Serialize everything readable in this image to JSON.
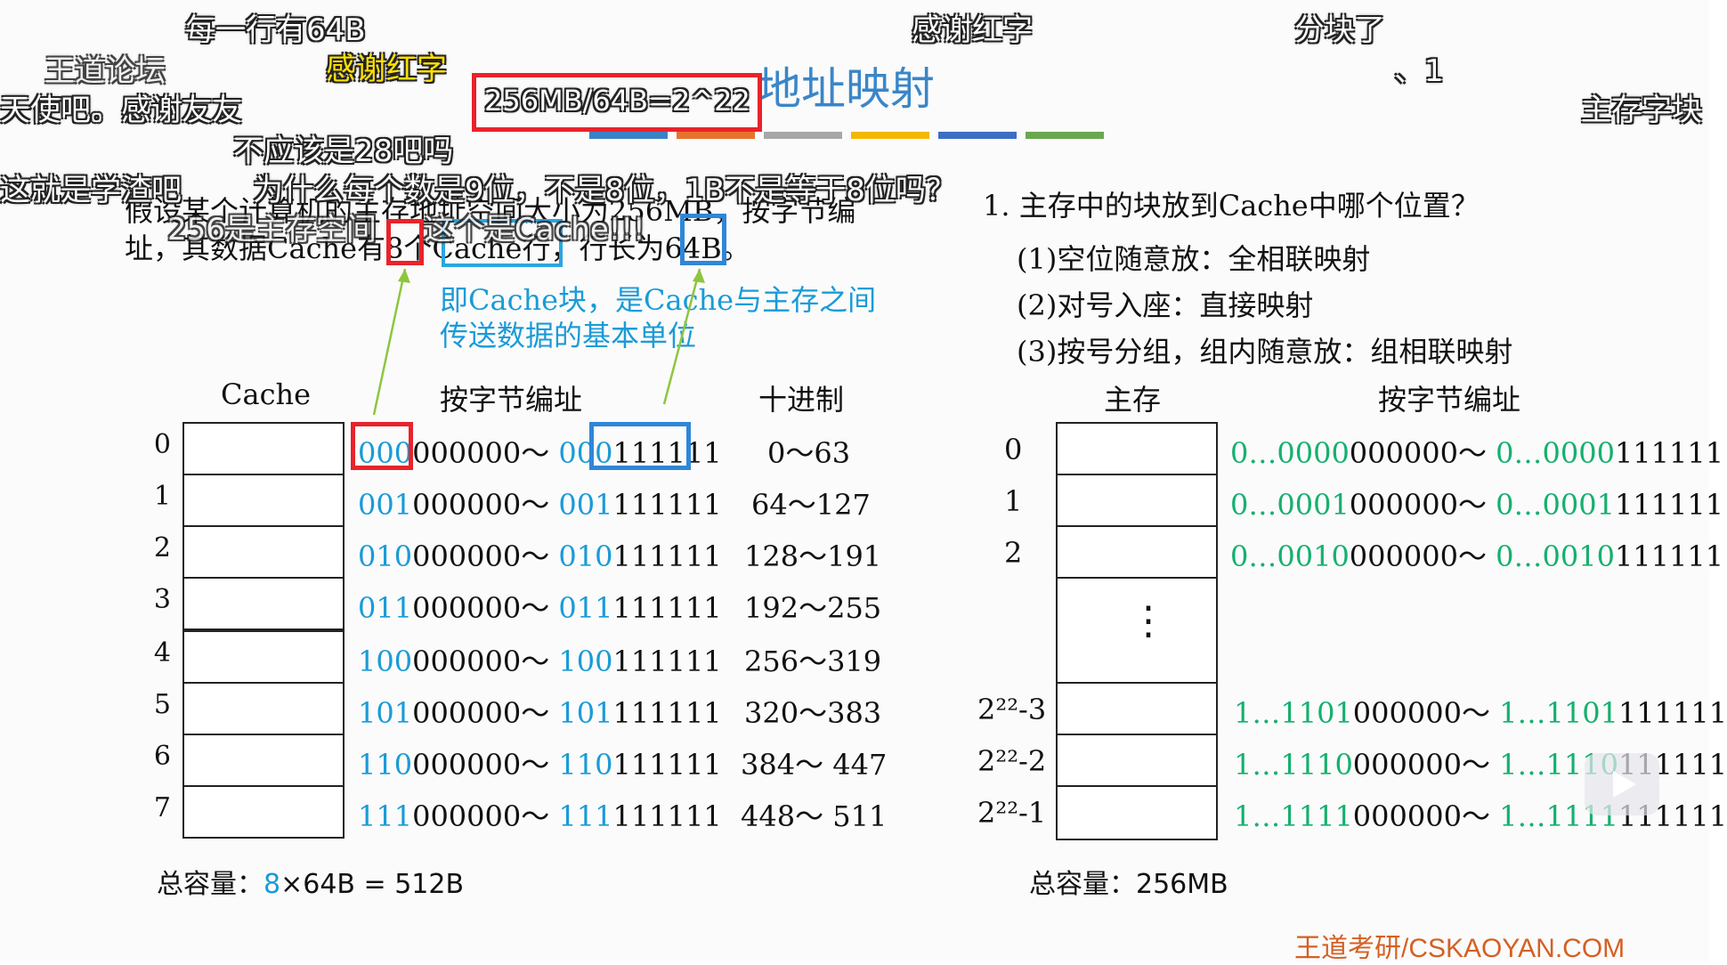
{
  "danmaku": {
    "d1": "每一行有64B",
    "d2": "感谢红字",
    "d3": "分块了",
    "d4": "王道论坛",
    "d5": "感谢红字",
    "d6": "、1",
    "d7": "天使吧。感谢友友",
    "d8": "主存字块",
    "d9": "不应该是28吧吗",
    "d10": "这就是学渣吧",
    "d11": "为什么每个数是9位，不是8位，1B不是等于8位吗？",
    "d12": "256是主存空间",
    "d13": "这个是Cache!!!"
  },
  "annotation_box": "256MB/64B=2^22",
  "slide_title": "地址映射",
  "question": {
    "line1": "假设某个计算机的主存地址空间大小为256MB，按字节编",
    "line2_prefix": "址，其数据Cache有",
    "num8": "8",
    "cache_row": "个Cache行",
    "line2_mid": "，行长为",
    "num64": "64B",
    "line2_end": "。"
  },
  "cache_note": {
    "line1": "即Cache块，是Cache与主存之间",
    "line2": "传送数据的基本单位"
  },
  "mapping": {
    "heading": "1. 主存中的块放到Cache中哪个位置？",
    "item1": "(1)空位随意放：全相联映射",
    "item2": "(2)对号入座：直接映射",
    "item3": "(3)按号分组，组内随意放：组相联映射"
  },
  "headers": {
    "cache": "Cache",
    "byte_addr": "按字节编址",
    "decimal": "十进制",
    "main_mem": "主存",
    "byte_addr2": "按字节编址"
  },
  "cache_rows": [
    {
      "idx": "0",
      "p1": "000",
      "s1": "000000",
      "sep": "～",
      "p2": "000",
      "s2": "111111",
      "dec": "0～63"
    },
    {
      "idx": "1",
      "p1": "001",
      "s1": "000000",
      "sep": "～",
      "p2": "001",
      "s2": "111111",
      "dec": "64～127"
    },
    {
      "idx": "2",
      "p1": "010",
      "s1": "000000",
      "sep": "～",
      "p2": "010",
      "s2": "111111",
      "dec": "128～191"
    },
    {
      "idx": "3",
      "p1": "011",
      "s1": "000000",
      "sep": "～",
      "p2": "011",
      "s2": "111111",
      "dec": "192～255"
    },
    {
      "idx": "4",
      "p1": "100",
      "s1": "000000",
      "sep": "～",
      "p2": "100",
      "s2": "111111",
      "dec": "256～319"
    },
    {
      "idx": "5",
      "p1": "101",
      "s1": "000000",
      "sep": "～",
      "p2": "101",
      "s2": "111111",
      "dec": "320～383"
    },
    {
      "idx": "6",
      "p1": "110",
      "s1": "000000",
      "sep": "～",
      "p2": "110",
      "s2": "111111",
      "dec": "384～ 447"
    },
    {
      "idx": "7",
      "p1": "111",
      "s1": "000000",
      "sep": "～",
      "p2": "111",
      "s2": "111111",
      "dec": "448～ 511"
    }
  ],
  "mem_rows": [
    {
      "idx": "0",
      "p1": "0…0000",
      "s1": "000000",
      "sep": "～",
      "p2": "0…0000",
      "s2": "111111"
    },
    {
      "idx": "1",
      "p1": "0…0001",
      "s1": "000000",
      "sep": "～",
      "p2": "0…0001",
      "s2": "111111"
    },
    {
      "idx": "2",
      "p1": "0…0010",
      "s1": "000000",
      "sep": "～",
      "p2": "0…0010",
      "s2": "111111"
    },
    {
      "idx": "2²²-3",
      "p1": "1…1101",
      "s1": "000000",
      "sep": "～",
      "p2": "1…1101",
      "s2": "111111"
    },
    {
      "idx": "2²²-2",
      "p1": "1…1110",
      "s1": "000000",
      "sep": "～",
      "p2": "1…1110",
      "s2": "111111"
    },
    {
      "idx": "2²²-1",
      "p1": "1…1111",
      "s1": "000000",
      "sep": "～",
      "p2": "1…1111",
      "s2": "111111"
    }
  ],
  "mem_dots": "⋮",
  "capacity_left": {
    "label": "总容量：",
    "num": "8",
    "rest": "×64B = 512B"
  },
  "capacity_right": "总容量：256MB",
  "watermark": "王道考研/CSKAOYAN.COM",
  "colors": {
    "title_blue": "#3a86c8",
    "cyan": "#1a9bd7",
    "green": "#16b06e",
    "red": "#e8232b",
    "bar_colors": [
      "#3b82c4",
      "#e8732a",
      "#a8a8a8",
      "#f5b800",
      "#3b6fc4",
      "#6aa84f"
    ]
  },
  "icons": {
    "play": "play-icon"
  }
}
